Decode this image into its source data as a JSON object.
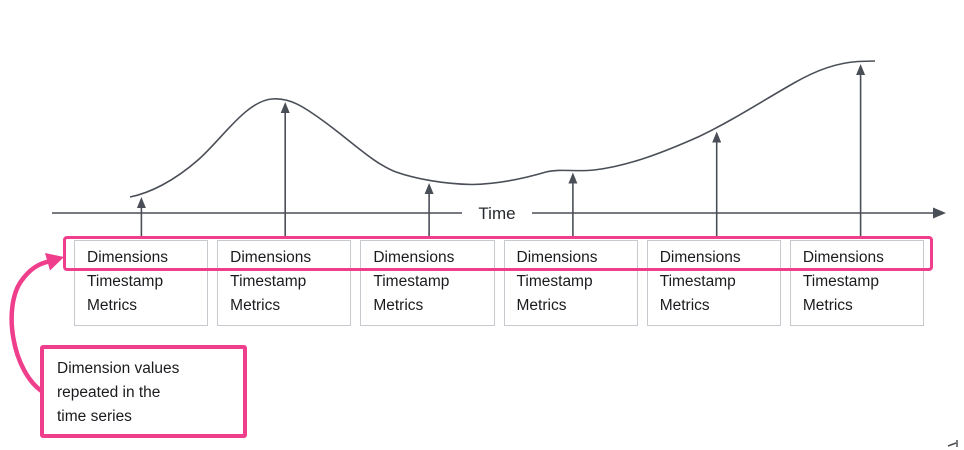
{
  "colors": {
    "pink": "#ee3e8c",
    "line": "#4a4f57",
    "boxborder": "#c6c9cd",
    "ink": "#1a1b1e"
  },
  "axis": {
    "label": "Time"
  },
  "boxes": [
    {
      "dimensions": "Dimensions",
      "timestamp": "Timestamp",
      "metrics": "Metrics"
    },
    {
      "dimensions": "Dimensions",
      "timestamp": "Timestamp",
      "metrics": "Metrics"
    },
    {
      "dimensions": "Dimensions",
      "timestamp": "Timestamp",
      "metrics": "Metrics"
    },
    {
      "dimensions": "Dimensions",
      "timestamp": "Timestamp",
      "metrics": "Metrics"
    },
    {
      "dimensions": "Dimensions",
      "timestamp": "Timestamp",
      "metrics": "Metrics"
    },
    {
      "dimensions": "Dimensions",
      "timestamp": "Timestamp",
      "metrics": "Metrics"
    }
  ],
  "callout": {
    "text": "Dimension values\nrepeated in the\ntime series"
  }
}
